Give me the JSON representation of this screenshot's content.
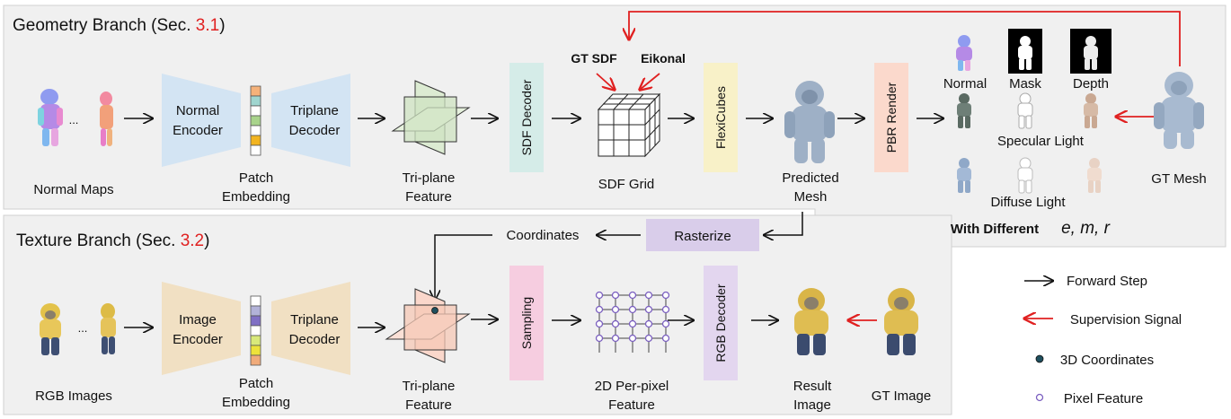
{
  "geometry": {
    "title": "Geometry Branch (Sec. ",
    "ref": "3.1",
    "close": ")",
    "input_label": "Normal Maps",
    "dots": "...",
    "encoder": [
      "Normal",
      "Encoder"
    ],
    "patch": [
      "Patch",
      "Embedding"
    ],
    "decoder": [
      "Triplane",
      "Decoder"
    ],
    "triplane": [
      "Tri-plane",
      "Feature"
    ],
    "sdf_decoder": "SDF Decoder",
    "gt_sdf": "GT SDF",
    "eikonal": "Eikonal",
    "sdf_grid": "SDF Grid",
    "flexicubes": "FlexiCubes",
    "predicted": [
      "Predicted",
      "Mesh"
    ],
    "pbr": "PBR  Render",
    "normal": "Normal",
    "mask": "Mask",
    "depth": "Depth",
    "specular": "Specular Light",
    "diffuse": "Diffuse Light",
    "with_different": "With Different",
    "params": "e, m, r",
    "gt_mesh": "GT Mesh"
  },
  "texture": {
    "title": "Texture Branch (Sec. ",
    "ref": "3.2",
    "close": ")",
    "input_label": "RGB Images",
    "dots": "...",
    "encoder": [
      "Image",
      "Encoder"
    ],
    "patch": [
      "Patch",
      "Embedding"
    ],
    "decoder": [
      "Triplane",
      "Decoder"
    ],
    "triplane": [
      "Tri-plane",
      "Feature"
    ],
    "coordinates": "Coordinates",
    "rasterize": "Rasterize",
    "sampling": "Sampling",
    "per_pixel": [
      "2D Per-pixel",
      "Feature"
    ],
    "rgb_decoder": "RGB Decoder",
    "result": [
      "Result",
      "Image"
    ],
    "gt_image": "GT Image"
  },
  "legend": {
    "forward": "Forward Step",
    "supervision": "Supervision Signal",
    "coords3d": "3D Coordinates",
    "pixel": "Pixel Feature"
  },
  "colors": {
    "panel": "#f0f0f0",
    "encoder_blue": "#d3e4f3",
    "encoder_tan": "#f1e0c3",
    "sdf_decoder": "#d5ece8",
    "flexicubes": "#f8f1c8",
    "pbr": "#fbd9cc",
    "rasterize": "#d9cdea",
    "sampling": "#f6cde0",
    "rgb_decoder": "#e3d6ef",
    "plane_green": "#dcebd2",
    "plane_pink": "#fad7cb",
    "supervision_red": "#e02020",
    "ref_red": "#e02020"
  }
}
